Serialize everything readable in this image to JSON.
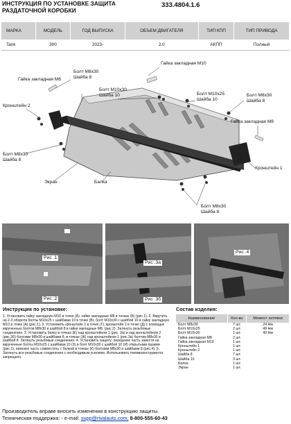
{
  "header": {
    "title": "ИНСТРУКЦИЯ ПО УСТАНОВКЕ ЗАЩИТА РАЗДАТОЧНОЙ КОРОБКИ",
    "code": "333.4804.1.6"
  },
  "spec_table": {
    "headers": [
      "МАРКА",
      "МОДЕЛЬ",
      "ГОД ВЫПУСКА",
      "ОБЪЕМ ДВИГАТЕЛЯ",
      "ТИП КПП",
      "ТИП ПРИВОДА"
    ],
    "row": [
      "Tank",
      "300",
      "2023-",
      "2.0",
      "АКПП",
      "Полный"
    ]
  },
  "callouts": {
    "nut_m10": "Гайка закладная М10",
    "nut_m8_left": "Гайка закладная М8",
    "bolt_m8_top_1": "Болт М8х30",
    "bolt_m8_top_2": "Шайба 8",
    "bolt_m10_1": "Болт М10х30",
    "bolt_m10_2": "Шайба 10",
    "bolt_m10x25_1": "Болт М10х25",
    "bolt_m10x25_2": "Шайба 10",
    "bolt_m8_right_1": "Болт М8х30",
    "bolt_m8_right_2": "Шайба 8",
    "bracket2": "Кронштейн 2",
    "nut_m8_right": "Гайка закладная М8",
    "bolt_m8_left_1": "Болт М8х30",
    "bolt_m8_left_2": "Шайба 8",
    "bracket1": "Кронштейн 1",
    "screen": "Экран",
    "beam": "Балка",
    "bolt_m8_bottom_1": "Болт М8х30",
    "bolt_m8_bottom_2": "Шайба 8"
  },
  "photos": {
    "fig1": "Рис .1",
    "fig2": "Рис .2",
    "fig3a": "Рис .3а",
    "fig3b": "Рис .3б",
    "fig4": "Рис .4"
  },
  "instructions": {
    "title": "Инструкция по установке:",
    "text": "1. Установить гайку закладную М10 в точке (А), гайки закладные М8 в точках (Б) (рис.1). 2. Вкрутить на 2-3 оборота болты М10х25 с шайбами 10 в точке (В), болт М10х30 с шайбой 10 в гайку закладную М10 в точке (А) (рис.1). 3. Установить кронштейн 1 в точке (Г), кронштейн 2 в точке (Д) с помощью вкрученных болтов М8х30 и шайбой 8 в гайки закладные М8, (рис.2). Затянуть резьбовые соединения. 3. Установить балку в точках (Е) над кронштейном 1 (рис. 3а) и над кронштейном 2 (рис.3б) болтами М8х30 и шайбами 8, в точках (Ж) над кронштейном 1 (рис.3а) болтом М8х30 и шайбой 8. Затянуть резьбовые соединения. 4. Установить защиту: переднюю часть завести на вкрученные болты М10х25 с шайбами 10 (3) и болт М10х30 с шайбой 10 (И) открытыми пазами (рис.1), нижнюю часть совместить с балкой в точках (К) болтами М8х30 и шайбами 8 (рис.4). 5. Затянуть все резьбовые соединения с необходимым усилием. Использовать пневмоинструмента запрещено."
  },
  "parts": {
    "title": "Состав изделия:",
    "headers": [
      "Наименование",
      "Кол-во",
      "Момент затяжки"
    ],
    "rows": [
      [
        "Болт М8х30",
        "7 шт.",
        "24 Нм"
      ],
      [
        "Болт М10х25",
        "2 шт.",
        "49 Нм"
      ],
      [
        "Болт М10х30",
        "1 шт.",
        "49 Нм"
      ],
      [
        "Гайка закладная М8",
        "2 шт.",
        ""
      ],
      [
        "Гайка закладная М10",
        "1 шт.",
        ""
      ],
      [
        "Кронштейн 1",
        "1 шт.",
        ""
      ],
      [
        "Кронштейн 2",
        "1 шт.",
        ""
      ],
      [
        "Шайба 8",
        "7 шт.",
        ""
      ],
      [
        "Шайба 10",
        "3 шт.",
        ""
      ],
      [
        "Балка",
        "1 шт.",
        ""
      ],
      [
        "Экран",
        "1 шт.",
        ""
      ]
    ]
  },
  "footer": {
    "line1": "Производитель вправе вносить изменения в конструкцию защиты.",
    "line2_prefix": "Техническая поддержка: - e-mail: ",
    "email": "supp@rivalauto.com;",
    "phone": "8-800-555-60-43"
  }
}
